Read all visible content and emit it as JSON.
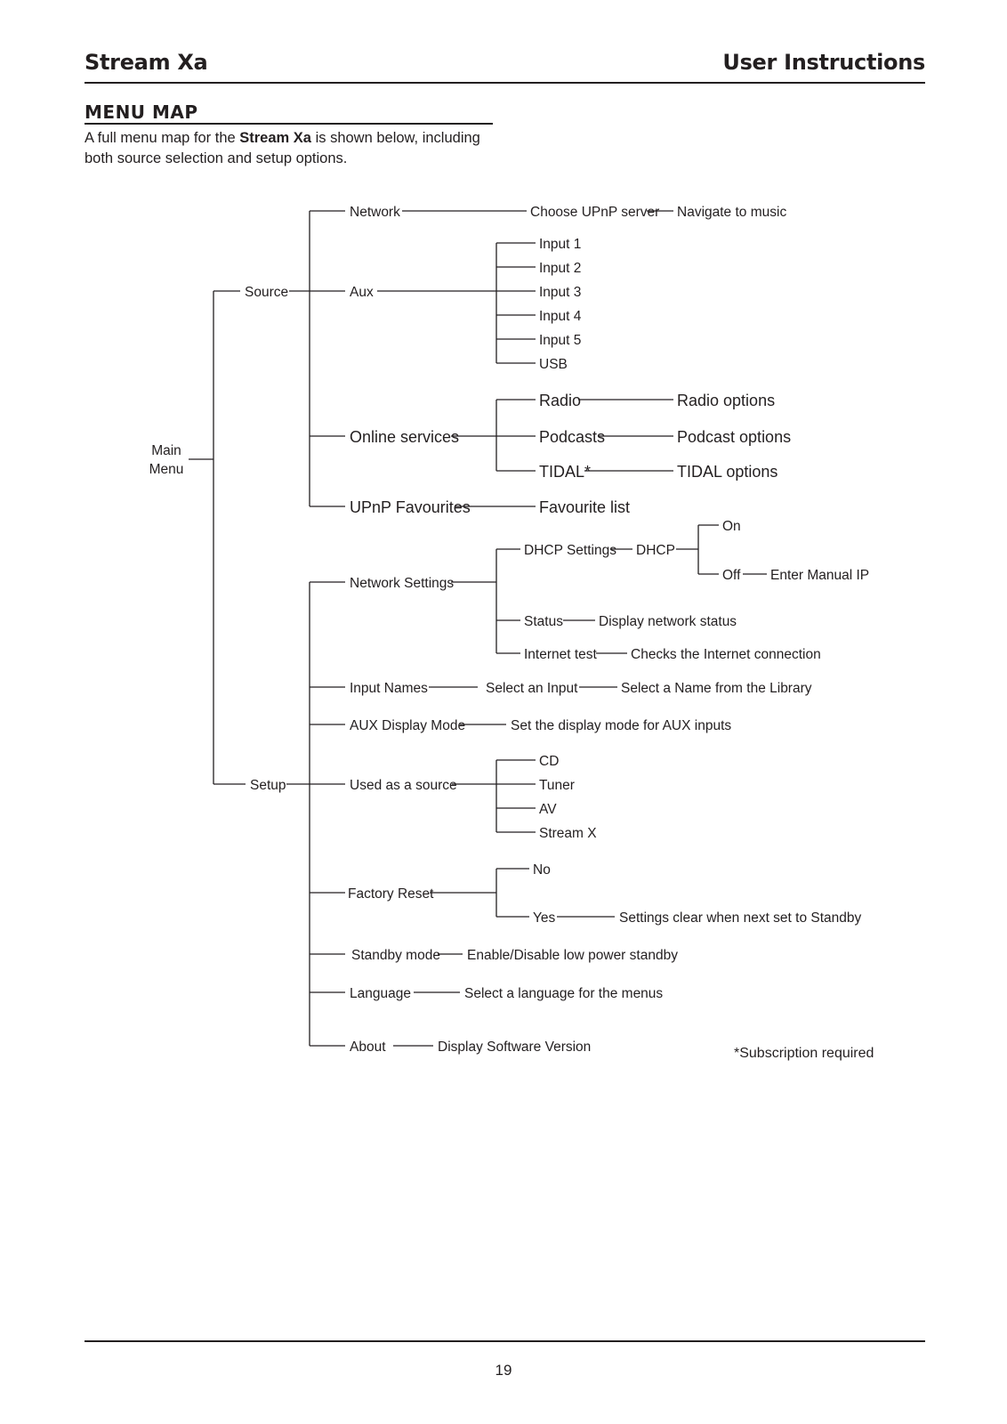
{
  "header": {
    "product": "Stream Xa",
    "doc_type": "User Instructions"
  },
  "section": {
    "title": "MENU MAP",
    "intro_pre": "A full menu map for the ",
    "intro_bold": "Stream Xa",
    "intro_post": " is shown below, including both source selection and setup options."
  },
  "menu_map": {
    "main": "Main Menu",
    "source": "Source",
    "setup": "Setup",
    "network": "Network",
    "choose_upnp_server": "Choose UPnP server",
    "navigate_to_music": "Navigate to music",
    "aux": "Aux",
    "aux_inputs": [
      "Input 1",
      "Input 2",
      "Input 3",
      "Input 4",
      "Input 5",
      "USB"
    ],
    "online_services": "Online services",
    "radio": "Radio",
    "radio_options": "Radio options",
    "podcasts": "Podcasts",
    "podcast_options": "Podcast options",
    "tidal": "TIDAL*",
    "tidal_options": "TIDAL options",
    "upnp_favourites": "UPnP Favourites",
    "favourite_list": "Favourite list",
    "network_settings": "Network Settings",
    "dhcp_settings": "DHCP Settings",
    "dhcp": "DHCP",
    "on": "On",
    "off": "Off",
    "enter_manual_ip": "Enter Manual IP",
    "status": "Status",
    "display_network_status": "Display network status",
    "internet_test": "Internet test",
    "checks_internet": "Checks the Internet connection",
    "input_names": "Input Names",
    "select_an_input": "Select an Input",
    "select_a_name": "Select a Name from the Library",
    "aux_display_mode": "AUX Display Mode",
    "set_display_mode": "Set the display mode for AUX inputs",
    "used_as_source": "Used as a source",
    "source_options": [
      "CD",
      "Tuner",
      "AV",
      "Stream X"
    ],
    "factory_reset": "Factory Reset",
    "no": "No",
    "yes": "Yes",
    "settings_clear": "Settings clear when next set to Standby",
    "standby_mode": "Standby mode",
    "enable_disable_standby": "Enable/Disable low power standby",
    "language": "Language",
    "select_language": "Select a language for the menus",
    "about": "About",
    "display_software_version": "Display Software Version"
  },
  "footnote": "*Subscription required",
  "page_number": "19"
}
